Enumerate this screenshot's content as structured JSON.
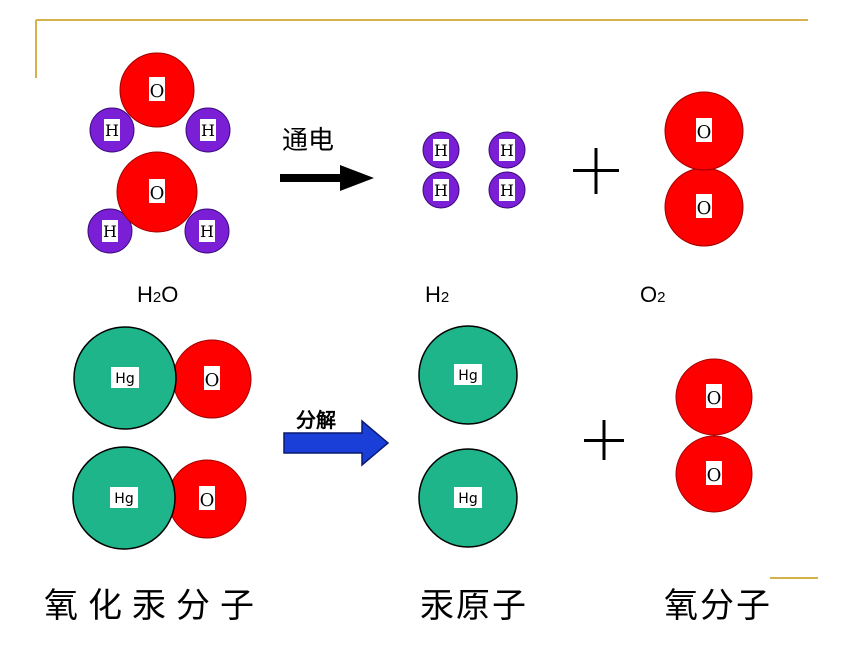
{
  "colors": {
    "oxygen": "#ff0000",
    "hydrogen": "#7b1fd6",
    "mercury": "#1fb58a",
    "arrow_blue": "#1a3fd8",
    "frame": "#d4b24c"
  },
  "icons": {
    "plus": "plus-icon",
    "arrow_black": "arrow-right-icon",
    "arrow_blue": "arrow-right-icon"
  },
  "atoms": {
    "oxygen_label": "O",
    "hydrogen_label": "H",
    "mercury_label": "Hg"
  },
  "row1": {
    "arrow_label": "通电",
    "plus": "+",
    "h2o": {
      "main": "H",
      "sub": "2",
      "tail": "O"
    },
    "h2": {
      "main": "H",
      "sub": "2"
    },
    "o2": {
      "main": "O",
      "sub": "2"
    }
  },
  "row2": {
    "arrow_label": "分解",
    "plus": "+",
    "label_left": "氧化汞分子",
    "label_mid": "汞原子",
    "label_right": "氧分子"
  }
}
